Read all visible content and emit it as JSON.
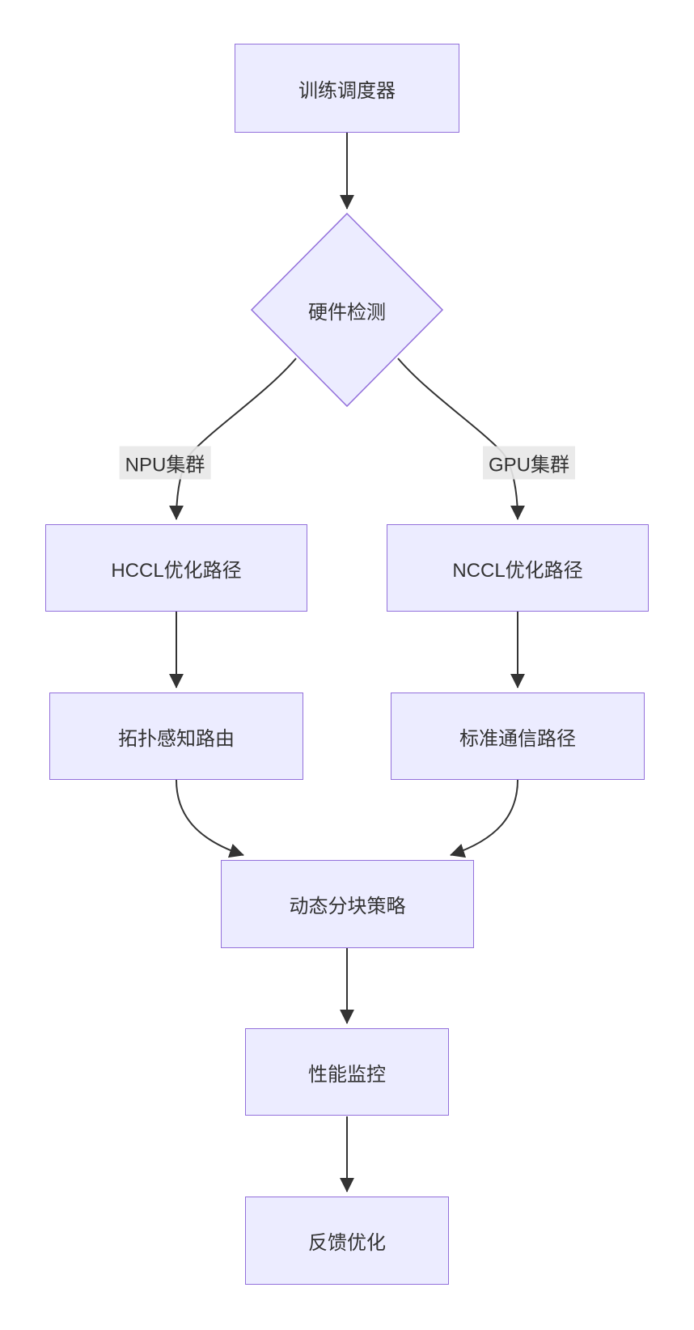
{
  "diagram": {
    "type": "flowchart",
    "direction": "top-down",
    "colors": {
      "node_fill": "#ECECFF",
      "node_border": "#9370DB",
      "edge_line": "#333333",
      "edge_label_bg": "#e8e8e8",
      "text": "#333333",
      "background": "#ffffff"
    },
    "nodes": {
      "scheduler": {
        "label": "训练调度器",
        "shape": "rectangle"
      },
      "hardware": {
        "label": "硬件检测",
        "shape": "diamond"
      },
      "hccl": {
        "label": "HCCL优化路径",
        "shape": "rectangle"
      },
      "nccl": {
        "label": "NCCL优化路径",
        "shape": "rectangle"
      },
      "topology": {
        "label": "拓扑感知路由",
        "shape": "rectangle"
      },
      "standard": {
        "label": "标准通信路径",
        "shape": "rectangle"
      },
      "chunking": {
        "label": "动态分块策略",
        "shape": "rectangle"
      },
      "monitor": {
        "label": "性能监控",
        "shape": "rectangle"
      },
      "feedback": {
        "label": "反馈优化",
        "shape": "rectangle"
      }
    },
    "edge_labels": {
      "npu": "NPU集群",
      "gpu": "GPU集群"
    },
    "edges": [
      {
        "from": "scheduler",
        "to": "hardware",
        "label": ""
      },
      {
        "from": "hardware",
        "to": "hccl",
        "label": "NPU集群"
      },
      {
        "from": "hardware",
        "to": "nccl",
        "label": "GPU集群"
      },
      {
        "from": "hccl",
        "to": "topology",
        "label": ""
      },
      {
        "from": "nccl",
        "to": "standard",
        "label": ""
      },
      {
        "from": "topology",
        "to": "chunking",
        "label": ""
      },
      {
        "from": "standard",
        "to": "chunking",
        "label": ""
      },
      {
        "from": "chunking",
        "to": "monitor",
        "label": ""
      },
      {
        "from": "monitor",
        "to": "feedback",
        "label": ""
      }
    ]
  }
}
